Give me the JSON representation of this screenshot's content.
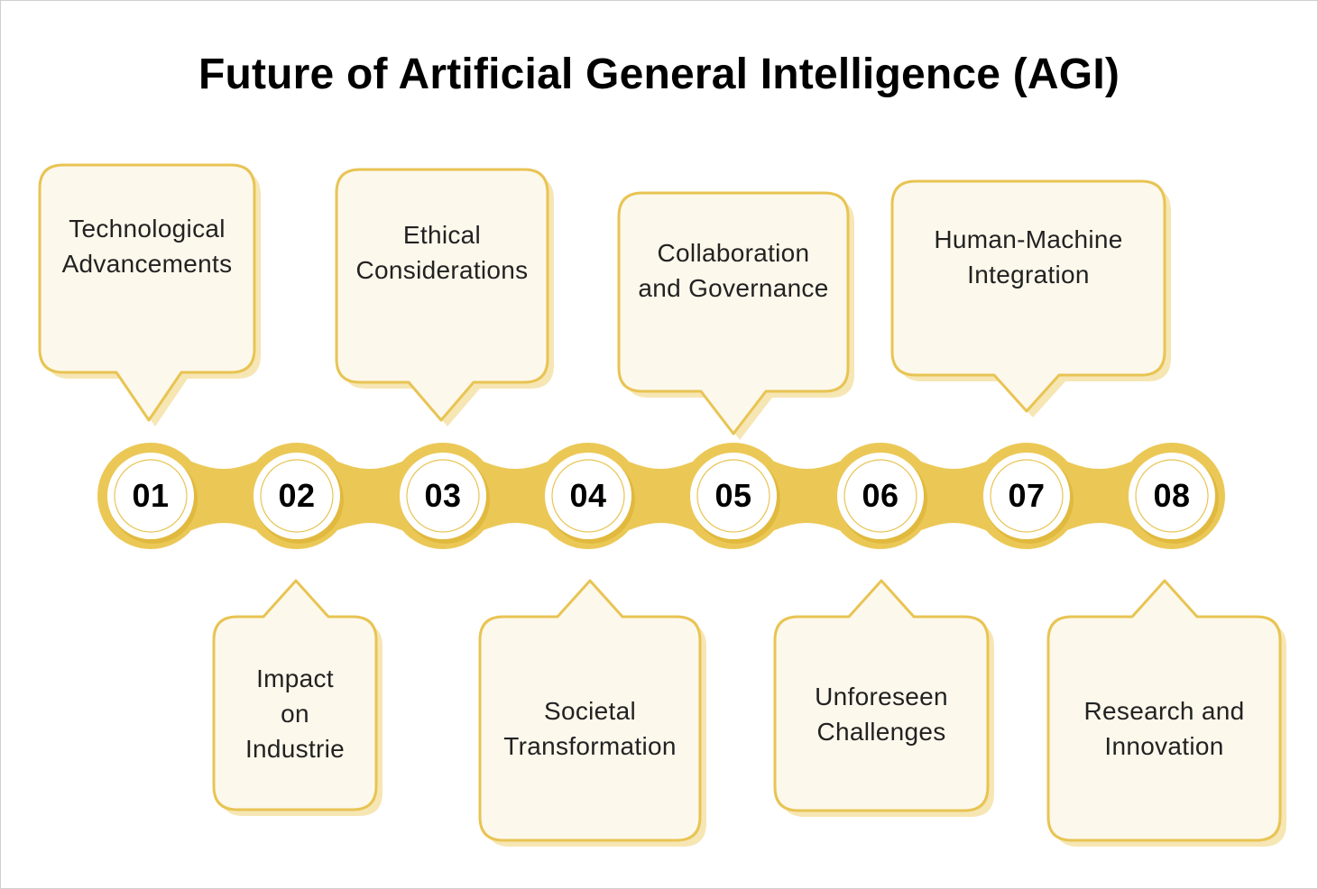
{
  "title": "Future of Artificial General Intelligence (AGI)",
  "colors": {
    "gold": "#EBC856",
    "gold_dark": "#E0B93E",
    "callout_fill": "#FDF8EC",
    "callout_border": "#E8C453",
    "callout_shadow": "#F6E6B4",
    "node_inner_ring": "#E8C453",
    "text": "#222222",
    "title_text": "#000000"
  },
  "steps": [
    {
      "number": "01",
      "label": "Technological Advancements",
      "lines": [
        "Technological",
        "Advancements"
      ],
      "position": "top"
    },
    {
      "number": "02",
      "label": "Impact on Industrie",
      "lines": [
        "Impact",
        "on",
        "Industrie"
      ],
      "position": "bottom"
    },
    {
      "number": "03",
      "label": "Ethical Considerations",
      "lines": [
        "Ethical",
        "Considerations"
      ],
      "position": "top"
    },
    {
      "number": "04",
      "label": "Societal Transformation",
      "lines": [
        "Societal",
        "Transformation"
      ],
      "position": "bottom"
    },
    {
      "number": "05",
      "label": "Collaboration and Governance",
      "lines": [
        "Collaboration",
        "and Governance"
      ],
      "position": "top"
    },
    {
      "number": "06",
      "label": "Unforeseen Challenges",
      "lines": [
        "Unforeseen",
        "Challenges"
      ],
      "position": "bottom"
    },
    {
      "number": "07",
      "label": "Human-Machine Integration",
      "lines": [
        "Human-Machine",
        "Integration"
      ],
      "position": "top"
    },
    {
      "number": "08",
      "label": "Research and Innovation",
      "lines": [
        "Research and",
        "Innovation"
      ],
      "position": "bottom"
    }
  ]
}
